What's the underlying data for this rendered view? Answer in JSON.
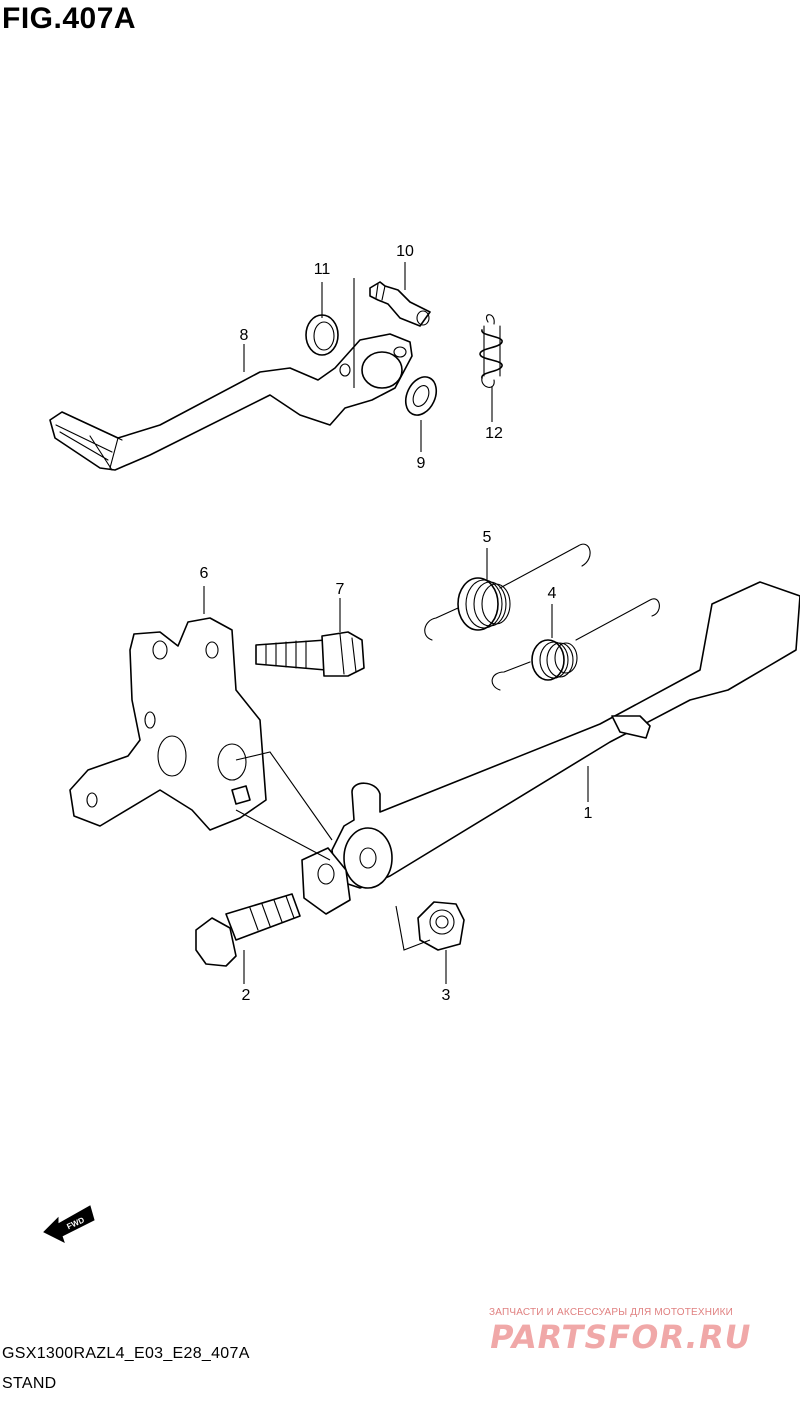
{
  "figure": {
    "title": "FIG.407A",
    "model_code": "GSX1300RAZL4_E03_E28_407A",
    "caption": "STAND"
  },
  "callouts": [
    {
      "id": "1",
      "label": "1"
    },
    {
      "id": "2",
      "label": "2"
    },
    {
      "id": "3",
      "label": "3"
    },
    {
      "id": "4",
      "label": "4"
    },
    {
      "id": "5",
      "label": "5"
    },
    {
      "id": "6",
      "label": "6"
    },
    {
      "id": "7",
      "label": "7"
    },
    {
      "id": "8",
      "label": "8"
    },
    {
      "id": "9",
      "label": "9"
    },
    {
      "id": "10",
      "label": "10"
    },
    {
      "id": "11",
      "label": "11"
    },
    {
      "id": "12",
      "label": "12"
    }
  ],
  "fwd_arrow": {
    "label": "FWD"
  },
  "watermark": {
    "tagline": "ЗАПЧАСТИ И АКСЕССУАРЫ ДЛЯ МОТОТЕХНИКИ",
    "logo": "PARTSFOR.RU",
    "color": "#e07070"
  }
}
